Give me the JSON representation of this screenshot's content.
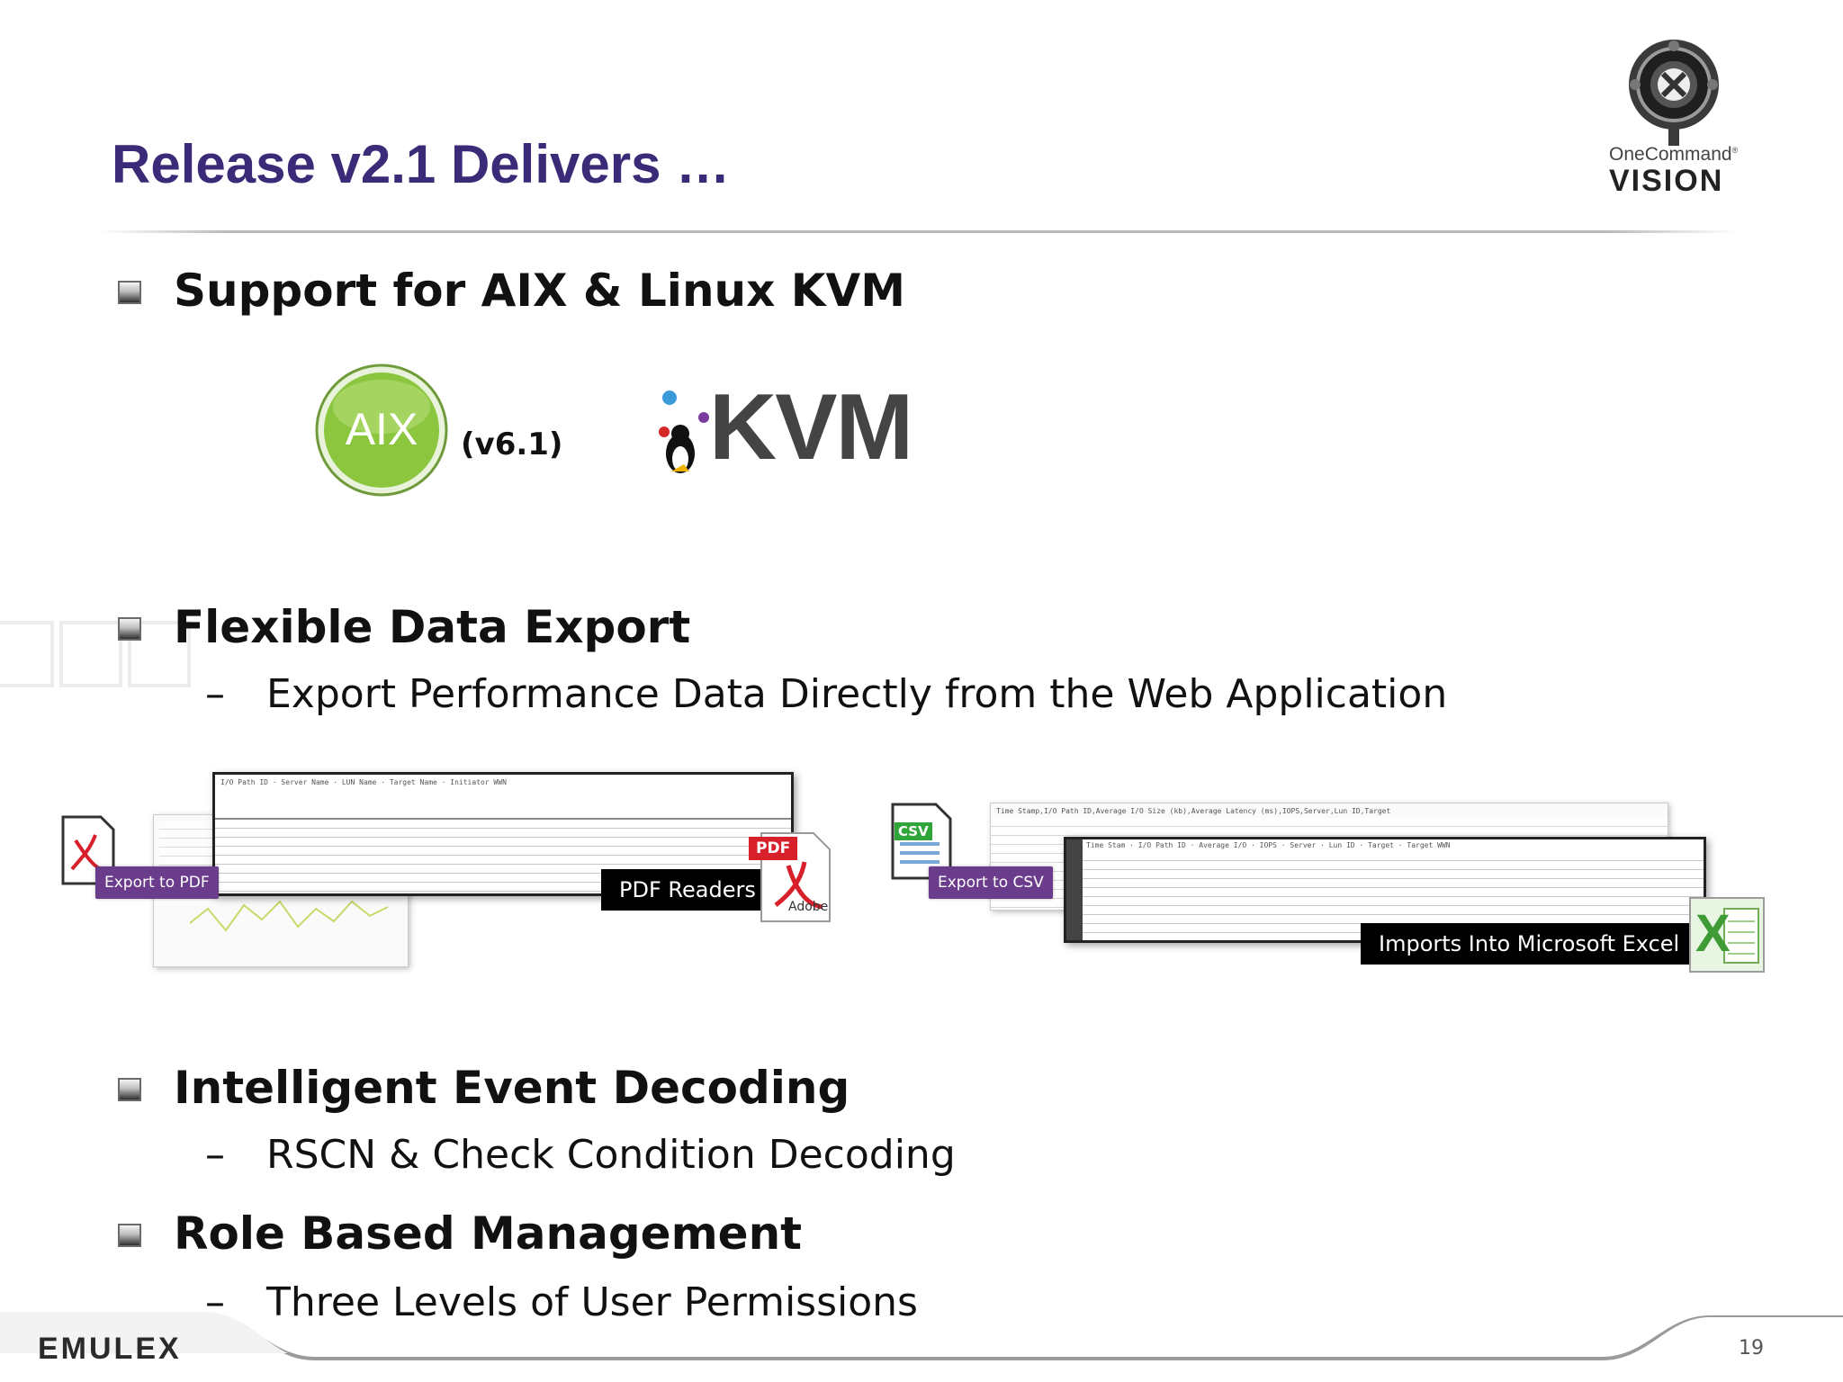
{
  "slide": {
    "title": "Release v2.1 Delivers …",
    "page_number": "19"
  },
  "logo": {
    "brand_top": "OneCommand",
    "brand_mark": "®",
    "brand_bottom": "VISION"
  },
  "footer": {
    "company": "EMULEX"
  },
  "sections": [
    {
      "heading": "Support for AIX & Linux KVM"
    },
    {
      "heading": "Flexible Data Export",
      "sub": "Export Performance Data Directly from the Web Application"
    },
    {
      "heading": "Intelligent Event Decoding",
      "sub": "RSCN & Check Condition Decoding"
    },
    {
      "heading": "Role Based Management",
      "sub": "Three Levels of User Permissions"
    }
  ],
  "dash": "–",
  "aix": {
    "badge": "AIX",
    "version": "(v6.1)"
  },
  "kvm": {
    "label": "KVM"
  },
  "export_pdf": {
    "button": "Export to PDF",
    "caption": "PDF Readers",
    "pdf_badge": "PDF",
    "adobe": "Adobe"
  },
  "export_csv": {
    "button": "Export to CSV",
    "caption": "Imports Into Microsoft Excel",
    "csv_badge": "CSV",
    "excel_letter": "X"
  },
  "colors": {
    "title": "#3b2a78",
    "aix_green": "#8cc63f",
    "purple_button": "#6b3c8c",
    "pdf_red": "#d8202a",
    "excel_green": "#3f9b35"
  }
}
